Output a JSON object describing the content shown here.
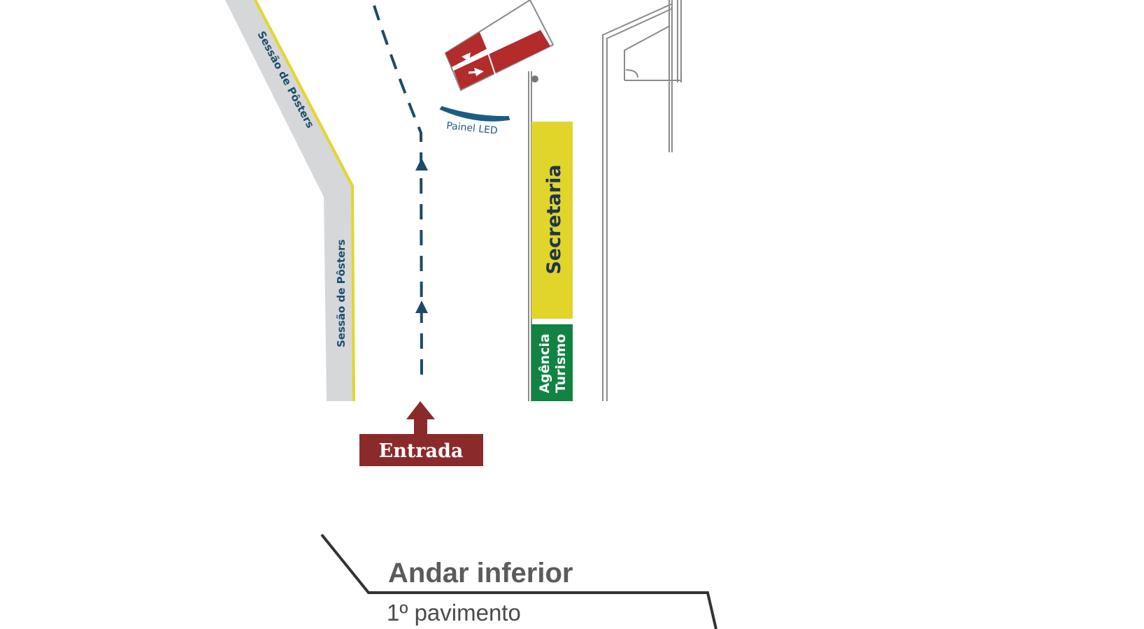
{
  "map": {
    "poster_session_upper": "Sessão de Pôsters",
    "poster_session_lower": "Sessão de Pôsters",
    "led_panel": "Painel LED",
    "secretariat": "Secretaria",
    "tourism_agency_line1": "Agência",
    "tourism_agency_line2": "Turismo",
    "entrance": "Entrada",
    "floor_title": "Andar inferior",
    "floor_subtitle": "1º pavimento"
  },
  "colors": {
    "poster_wall": "#d6d7d9",
    "poster_edge": "#e3d62a",
    "secretariat": "#e1d42b",
    "tourism_agency": "#118343",
    "entrance": "#8b2a2a",
    "path": "#1e4a66",
    "led_panel": "#1b5c86",
    "walls": "#8a8a8a",
    "floor_title": "#5b5b5b"
  },
  "icons": {
    "path_arrow": "arrow-up-icon",
    "entrance_arrow": "arrow-up-icon",
    "elevator_arrows": "elevator-arrows-icon"
  }
}
